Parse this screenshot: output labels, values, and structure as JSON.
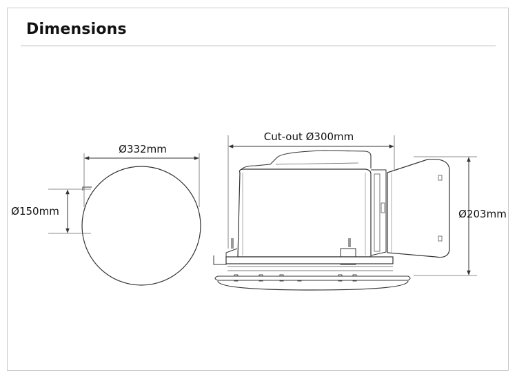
{
  "header": {
    "title": "Dimensions"
  },
  "dimensions": {
    "face_diameter": "Ø332mm",
    "spigot_diameter": "Ø150mm",
    "cutout": "Cut-out Ø300mm",
    "height": "Ø203mm"
  },
  "colors": {
    "line": "#222222",
    "dim_line": "#555555",
    "rule": "#b5b5b5",
    "frame": "#c8c8c8"
  }
}
